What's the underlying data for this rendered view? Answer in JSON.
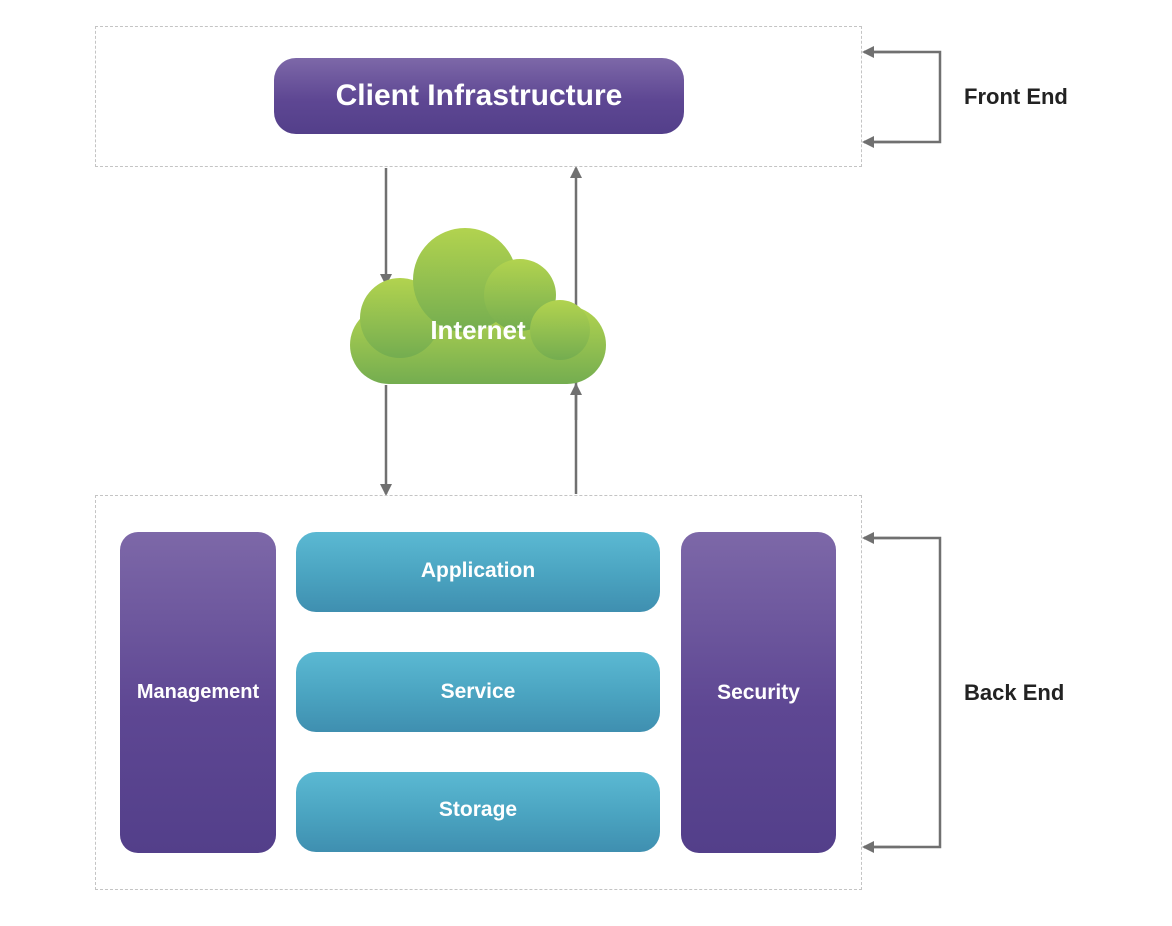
{
  "front_end": {
    "label": "Front End",
    "client_box": {
      "label": "Client Infrastructure"
    }
  },
  "internet": {
    "label": "Internet"
  },
  "back_end": {
    "label": "Back End",
    "management": {
      "label": "Management"
    },
    "security": {
      "label": "Security"
    },
    "layers": [
      {
        "label": "Application"
      },
      {
        "label": "Service"
      },
      {
        "label": "Storage"
      }
    ]
  },
  "colors": {
    "purple": "#5e4793",
    "teal": "#4aa3c0",
    "cloud_green": "#8cc04f",
    "arrow_gray": "#707070",
    "dashed_border": "#c4c4c4"
  }
}
